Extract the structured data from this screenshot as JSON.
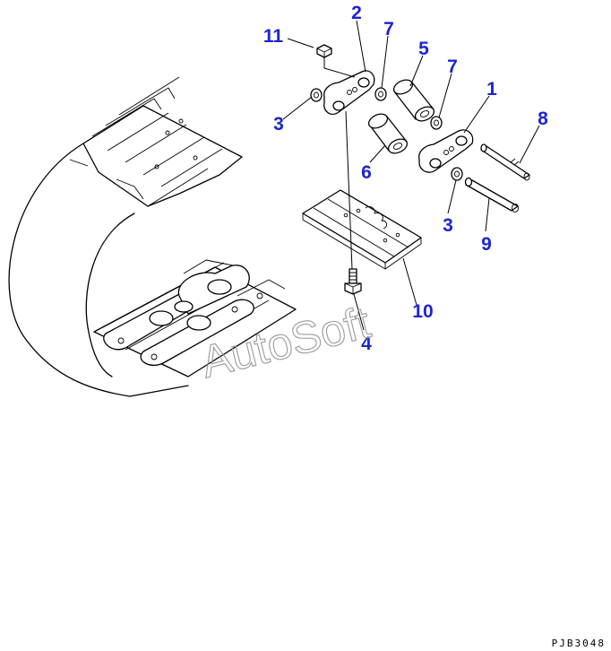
{
  "diagram": {
    "callouts": [
      {
        "id": "c1",
        "label": "1"
      },
      {
        "id": "c2",
        "label": "2"
      },
      {
        "id": "c3a",
        "label": "3"
      },
      {
        "id": "c3b",
        "label": "3"
      },
      {
        "id": "c4",
        "label": "4"
      },
      {
        "id": "c5",
        "label": "5"
      },
      {
        "id": "c6",
        "label": "6"
      },
      {
        "id": "c7a",
        "label": "7"
      },
      {
        "id": "c7b",
        "label": "7"
      },
      {
        "id": "c8",
        "label": "8"
      },
      {
        "id": "c9",
        "label": "9"
      },
      {
        "id": "c10",
        "label": "10"
      },
      {
        "id": "c11",
        "label": "11"
      }
    ],
    "watermark": "AutoSoft",
    "part_code": "PJB3048",
    "colors": {
      "callout": "#1c25d0",
      "line": "#000000",
      "watermark": "#9a9a9a"
    }
  }
}
